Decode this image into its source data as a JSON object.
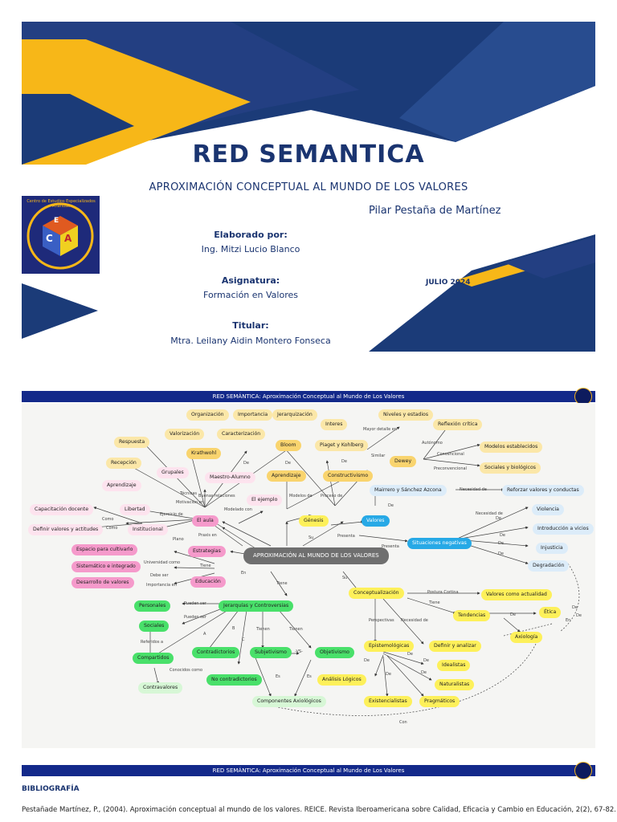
{
  "cover": {
    "title": "RED SEMANTICA",
    "subtitle": "APROXIMACIÓN CONCEPTUAL AL MUNDO DE LOS VALORES",
    "author": "Pilar Pestaña de Martínez",
    "elaborado_label": "Elaborado por:",
    "elaborado_value": "Ing. Mitzi Lucio Blanco",
    "asignatura_label": "Asignatura:",
    "asignatura_value": "Formación en Valores",
    "titular_label": "Titular:",
    "titular_value": "Mtra. Leilany Aidin Montero Fonseca",
    "date": "JULIO 2024",
    "logo_text": "Centro de Estudios Especializados Anáhuac",
    "logo_letters": [
      "E",
      "C",
      "A"
    ],
    "colors": {
      "navy": "#1b3b78",
      "yellow": "#f7b718",
      "blue_text": "#1a3470"
    }
  },
  "banner": {
    "text": "RED SEMÁNTICA: Aproximación Conceptual al Mundo de Los Valores"
  },
  "nodes": {
    "center": "APROXIMACIÓN AL MUNDO DE LOS VALORES",
    "organizacion": "Organización",
    "importancia": "Importancia",
    "jerarquizacion": "Jerarquización",
    "interes": "Interes",
    "niveles": "Niveles y estadios",
    "reflexion": "Reflexión crítica",
    "valorizacion": "Valorización",
    "caracterizacion": "Caracterización",
    "bloom": "Bloom",
    "piaget": "Piaget y Kohlberg",
    "respuesta": "Respuesta",
    "krathwohl": "Krathwohl",
    "dewey": "Dewey",
    "modelos": "Modelos establecidos",
    "recepcion": "Recepción",
    "aprendizaje": "Aprendizaje",
    "constructivismo": "Constructivismo",
    "sociales_bio": "Sociales y biológicos",
    "grupales": "Grupales",
    "maestro": "Maestro-Alumno",
    "marrero": "Mairrero y Sánchez Azcona",
    "reforzar": "Reforzar valores y conductas",
    "aprendizaje2": "Aprendizaje",
    "el_ejemplo": "El ejemplo",
    "violencia": "Violencia",
    "capacitacion": "Capacitación docente",
    "libertad": "Libertad",
    "el_aula": "El aula",
    "genesis": "Génesis",
    "valores": "Valores",
    "introduccion": "Introducción a vicios",
    "definir_valores": "Definir valores y actitudes",
    "institucional": "Institucional",
    "situaciones": "Situaciones negativas",
    "injusticia": "Injusticia",
    "espacio": "Espacio para cultivarlo",
    "estrategias": "Estrategias",
    "degradacion": "Degradación",
    "sistematico": "Sistemático e integrado",
    "desarrollo": "Desarrollo de valores",
    "educacion": "Educación",
    "conceptualizacion": "Conceptualización",
    "valores_actualidad": "Valores como actualidad",
    "personales": "Personales",
    "jerarquias": "Jerarquías y Controversias",
    "tendencias": "Tendencias",
    "etica": "Ética",
    "sociales": "Sociales",
    "axiologia": "Axiología",
    "epistemologicas": "Epistemológicas",
    "definir_analizar": "Definir y analizar",
    "compartidos": "Compartidos",
    "contradictorios": "Contradictorios",
    "subjetivismo": "Subjetivismo",
    "objetivismo": "Objetivismo",
    "idealistas": "Idealistas",
    "analisis": "Análisis Lógicos",
    "naturalistas": "Naturalistas",
    "contravalores": "Contravalores",
    "no_contradictorios": "No contradictorios",
    "existencialistas": "Existencialistas",
    "pragmaticos": "Pragmáticos",
    "componentes": "Componentes Axiológicos"
  },
  "edge_labels": {
    "mayor_detalle": "Mayor detalle en",
    "autonomo": "Autónomo",
    "convencional": "Convencional",
    "preconvencional": "Preconvencional",
    "similar": "Similar",
    "de1": "De",
    "de2": "De",
    "de3": "De",
    "de_v": "De",
    "modelos_de": "Modelos de",
    "proceso_de": "Proceso de",
    "tecnicas": "Técnicas",
    "buenas_rel": "Buenas relaciones",
    "motivacion": "Motivación en",
    "ejercicio": "Ejercicio de",
    "modelado": "Modelado con",
    "como1": "Como",
    "como2": "Como",
    "plano": "Plano",
    "praxis": "Praxis en",
    "su": "Su",
    "presenta1": "Presenta",
    "presenta2": "Presenta",
    "necesidad1": "Necesidad de",
    "necesidad2": "Necesidad de",
    "tiene1": "Tiene",
    "universidad": "Universidad como",
    "debe_ser": "Debe ser",
    "importancia_en": "Importancia en",
    "en": "En",
    "tiene2": "Tiene",
    "su2": "Su",
    "postura": "Postura Cortina",
    "tiene3": "Tiene",
    "puedenser1": "Pueden ser",
    "puedenser2": "Pueden ser",
    "referidos": "Referidos a",
    "a": "A",
    "b": "B",
    "c": "C",
    "tienen1": "Tienen",
    "tienen2": "Tienen",
    "vs": "-VS-",
    "perspectivas": "Perspectivas",
    "necesidad3": "Necesidad de",
    "conocidos": "Conocidos como",
    "es1": "Es",
    "es2": "Es",
    "con": "Con",
    "en2": "En",
    "de_e1": "De",
    "de_e2": "De",
    "de_e3": "De",
    "de_e4": "De",
    "de_e5": "De",
    "de_s1": "De",
    "de_s2": "De",
    "de_s3": "De",
    "de_s4": "De",
    "de_t": "De",
    "de_t2": "De",
    "de_t3": "De"
  },
  "footer_banner": {
    "text": "RED SEMÁNTICA: Aproximación Conceptual al Mundo de Los Valores"
  },
  "bibliography": {
    "heading": "BIBLIOGRAFÍA",
    "text": "Pestañade Martínez, P., (2004). Aproximación conceptual al mundo de los valores. REICE. Revista Iberoamericana sobre Calidad, Eficacia y Cambio en Educación, 2(2), 67-82."
  }
}
